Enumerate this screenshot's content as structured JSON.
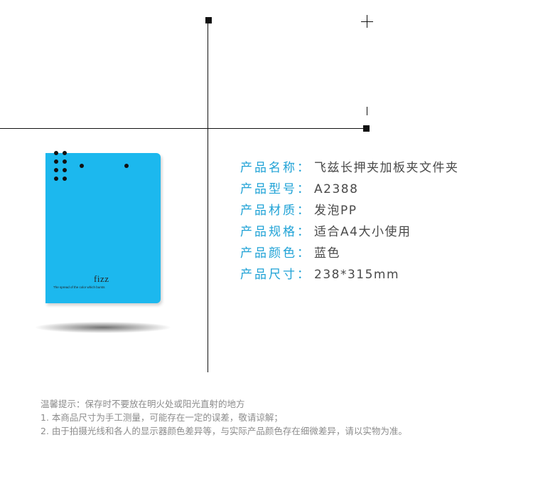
{
  "product_card": {
    "brand": "fizz",
    "slogan": "The spread of the color which bursts",
    "color": "#1cb8ee"
  },
  "specs": [
    {
      "label": "产品名称：",
      "value": "飞兹长押夹加板夹文件夹"
    },
    {
      "label": "产品型号：",
      "value": "A2388"
    },
    {
      "label": "产品材质：",
      "value": "发泡PP"
    },
    {
      "label": "产品规格：",
      "value": "适合A4大小使用"
    },
    {
      "label": "产品颜色：",
      "value": "蓝色"
    },
    {
      "label": "产品尺寸：",
      "value": "238*315mm"
    }
  ],
  "notes": {
    "line1": "温馨提示：保存时不要放在明火处或阳光直射的地方",
    "line2": "1. 本商品尺寸为手工测量，可能存在一定的误差，敬请谅解；",
    "line3": "2. 由于拍摄光线和各人的显示器颜色差异等，与实际产品颜色存在细微差异，请以实物为准。"
  },
  "colors": {
    "label_blue": "#1fa2d6",
    "value_gray": "#4a4a4a",
    "note_gray": "#8c8c8c"
  }
}
